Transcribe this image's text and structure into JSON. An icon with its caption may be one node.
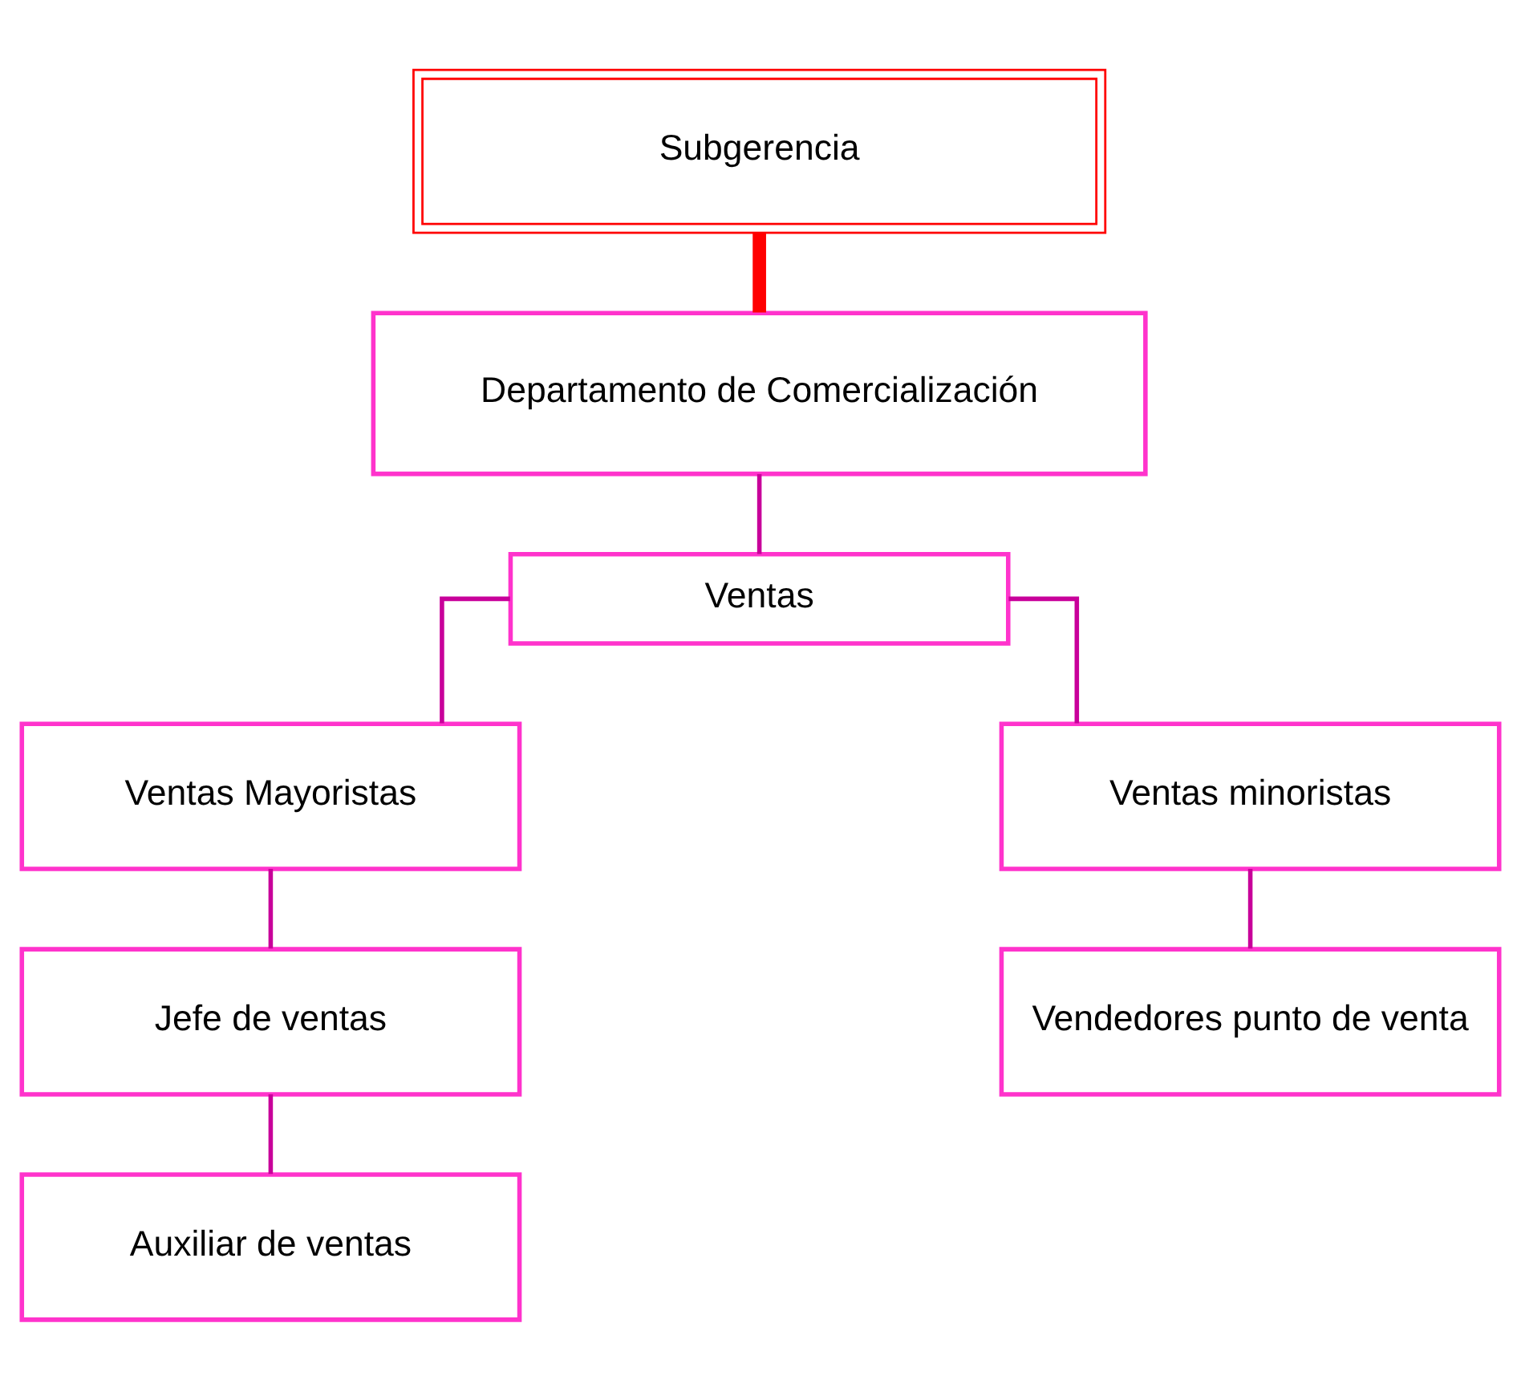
{
  "diagram": {
    "nodes": [
      {
        "text": [
          "Subgerencia"
        ]
      },
      {
        "text": [
          "Departamento de Comercialización"
        ]
      },
      {
        "text": [
          "Ventas"
        ]
      },
      {
        "text": [
          "Ventas Mayoristas"
        ]
      },
      {
        "text": [
          "Ventas minoristas"
        ]
      },
      {
        "text": [
          "Jefe de ventas"
        ]
      },
      {
        "text": [
          "Vendedores punto de venta"
        ]
      },
      {
        "text": [
          "Auxiliar de ventas"
        ]
      }
    ],
    "edges": [
      {
        "from": 0,
        "to": 1,
        "arrow": "none",
        "style": "thick",
        "color": "#ff0000"
      },
      {
        "from": 1,
        "to": 2,
        "arrow": "none"
      },
      {
        "from": 2,
        "to": 3,
        "arrow": "none"
      },
      {
        "from": 2,
        "to": 4,
        "arrow": "none"
      },
      {
        "from": 3,
        "to": 5,
        "arrow": "none"
      },
      {
        "from": 4,
        "to": 6,
        "arrow": "none"
      },
      {
        "from": 5,
        "to": 7,
        "arrow": "none"
      }
    ]
  }
}
